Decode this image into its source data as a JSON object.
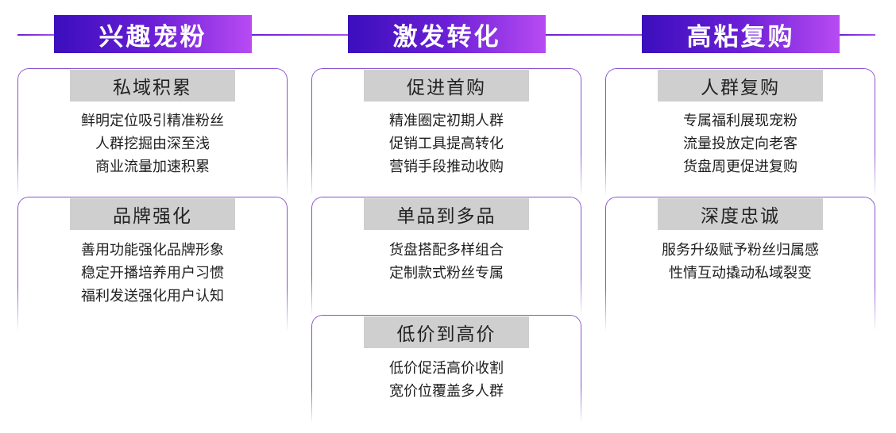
{
  "columns": [
    {
      "header": "兴趣宠粉",
      "cards": [
        {
          "title": "私域积累",
          "lines": [
            "鲜明定位吸引精准粉丝",
            "人群挖掘由深至浅",
            "商业流量加速积累"
          ]
        },
        {
          "title": "品牌强化",
          "lines": [
            "善用功能强化品牌形象",
            "稳定开播培养用户习惯",
            "福利发送强化用户认知"
          ]
        }
      ]
    },
    {
      "header": "激发转化",
      "cards": [
        {
          "title": "促进首购",
          "lines": [
            "精准圈定初期人群",
            "促销工具提高转化",
            "营销手段推动收购"
          ]
        },
        {
          "title": "单品到多品",
          "lines": [
            "货盘搭配多样组合",
            "定制款式粉丝专属"
          ]
        },
        {
          "title": "低价到高价",
          "lines": [
            "低价促活高价收割",
            "宽价位覆盖多人群"
          ]
        }
      ]
    },
    {
      "header": "高粘复购",
      "cards": [
        {
          "title": "人群复购",
          "lines": [
            "专属福利展现宠粉",
            "流量投放定向老客",
            "货盘周更促进复购"
          ]
        },
        {
          "title": "深度忠诚",
          "lines": [
            "服务升级赋予粉丝归属感",
            "性情互动撬动私域裂变"
          ]
        }
      ]
    }
  ],
  "colors": {
    "header_start": "#3b0ebc",
    "header_end": "#b84bf3",
    "card_border": "#8a4fd0",
    "title_bg": "#cfcfcf"
  }
}
